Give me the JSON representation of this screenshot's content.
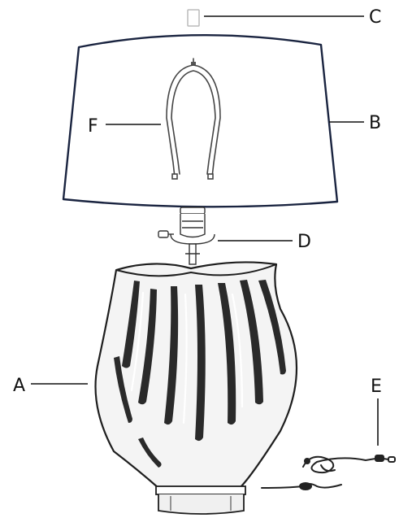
{
  "labels": {
    "A": "A",
    "B": "B",
    "C": "C",
    "D": "D",
    "E": "E",
    "F": "F"
  },
  "colors": {
    "ink": "#111111",
    "shade": "#2a2a2a",
    "background": "#ffffff"
  },
  "icons": {
    "finial": "finial-icon",
    "shade": "lamp-shade-icon",
    "harp": "harp-icon",
    "socket": "socket-icon",
    "base": "lamp-base-icon",
    "cord": "power-cord-icon"
  }
}
